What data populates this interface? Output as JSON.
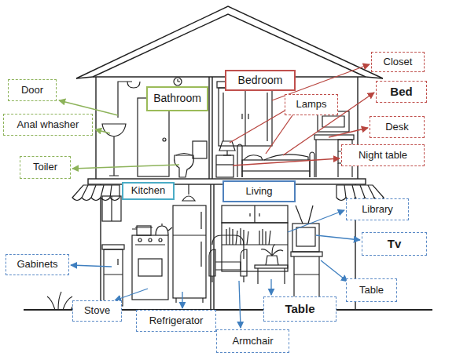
{
  "diagram": {
    "nodes": [
      {
        "text": [
          "Closet"
        ]
      },
      {
        "text": [
          "Bedroom"
        ]
      },
      {
        "text": [
          "Door"
        ]
      },
      {
        "text": [
          "Bed"
        ]
      },
      {
        "text": [
          "Bathroom"
        ]
      },
      {
        "text": [
          "Lamps"
        ]
      },
      {
        "text": [
          "Anal whasher"
        ]
      },
      {
        "text": [
          "Desk"
        ]
      },
      {
        "text": [
          "Night table"
        ]
      },
      {
        "text": [
          "Toiler"
        ]
      },
      {
        "text": [
          "Kitchen"
        ]
      },
      {
        "text": [
          "Living"
        ]
      },
      {
        "text": [
          "Library"
        ]
      },
      {
        "text": [
          "Tv"
        ]
      },
      {
        "text": [
          "Gabinets"
        ]
      },
      {
        "text": [
          "Table"
        ]
      },
      {
        "text": [
          "Stove"
        ]
      },
      {
        "text": [
          "Table"
        ]
      },
      {
        "text": [
          "Refrigerator"
        ]
      },
      {
        "text": [
          "Armchair"
        ]
      }
    ]
  }
}
